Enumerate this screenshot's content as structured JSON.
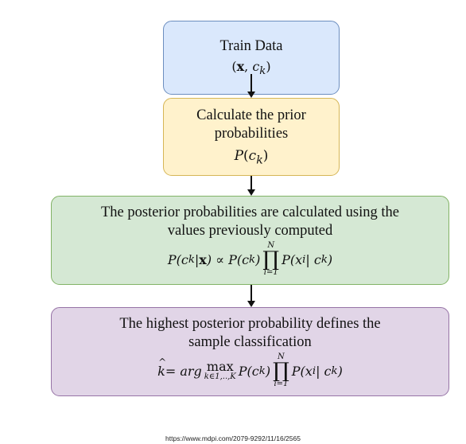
{
  "boxes": {
    "train": {
      "title": "Train Data",
      "formula": {
        "open": "(",
        "x": "x",
        "sep": ", ",
        "c": "c",
        "k": "k",
        "close": ")"
      }
    },
    "prior": {
      "line1": "Calculate the prior",
      "line2": "probabilities",
      "formula": {
        "P": "P",
        "open": "(",
        "c": "c",
        "k": "k",
        "close": ")"
      }
    },
    "posterior": {
      "line1": "The posterior probabilities are calculated using the",
      "line2": "values previously computed",
      "formula": {
        "lhs": "P(c",
        "k": "k",
        "given": " | ",
        "x": "x",
        "rel": ") ∝ P(c",
        "k2": "k",
        "close": ")",
        "prod_upper": "N",
        "prod_sym": "∏",
        "prod_lower": "i=1",
        "term": "P(x",
        "i": "i",
        "term_given": " | c",
        "k3": "k",
        "term_close": ")"
      }
    },
    "classify": {
      "line1": "The highest posterior probability defines the",
      "line2": "sample classification",
      "formula": {
        "khat": "k",
        "eq": " = arg ",
        "max": "max",
        "max_sub": "k∈1,..,K",
        "pc": "P(c",
        "k": "k",
        "pc_close": ")",
        "prod_upper": "N",
        "prod_sym": "∏",
        "prod_lower": "i=1",
        "term": "P(x",
        "i": "i",
        "term_given": " | c",
        "k2": "k",
        "term_close": ")"
      }
    }
  },
  "caption": "https://www.mdpi.com/2079-9292/11/16/2565"
}
